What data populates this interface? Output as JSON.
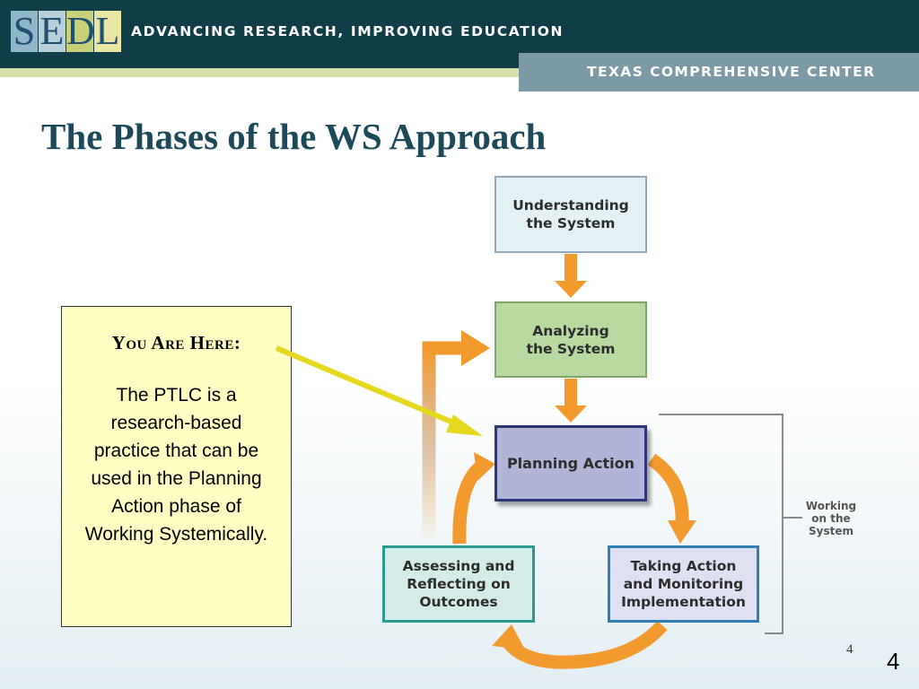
{
  "header": {
    "logo_letters": [
      "S",
      "E",
      "D",
      "L"
    ],
    "tagline": "ADVANCING RESEARCH, IMPROVING EDUCATION",
    "center_name": "TEXAS COMPREHENSIVE CENTER",
    "colors": {
      "bar": "#0f3d48",
      "stripe": "#d9dfa8",
      "banner": "#7b9aa6"
    }
  },
  "slide": {
    "title": "The Phases of the WS Approach",
    "page_number_small": "4",
    "page_number_large": "4"
  },
  "note": {
    "heading": "You Are Here:",
    "body": "The PTLC is a research-based practice that can be used in the Planning Action phase of Working Systemically."
  },
  "diagram": {
    "nodes": {
      "understanding": "Understanding\nthe System",
      "analyzing": "Analyzing\nthe System",
      "planning": "Planning Action",
      "taking": "Taking Action\nand Monitoring\nImplementation",
      "assessing": "Assessing and\nReflecting on\nOutcomes"
    },
    "bracket_label": "Working\non the\nSystem",
    "colors": {
      "arrow": "#f29a2e",
      "pointer": "#e6d81f",
      "bracket": "#8a8a8a"
    }
  }
}
